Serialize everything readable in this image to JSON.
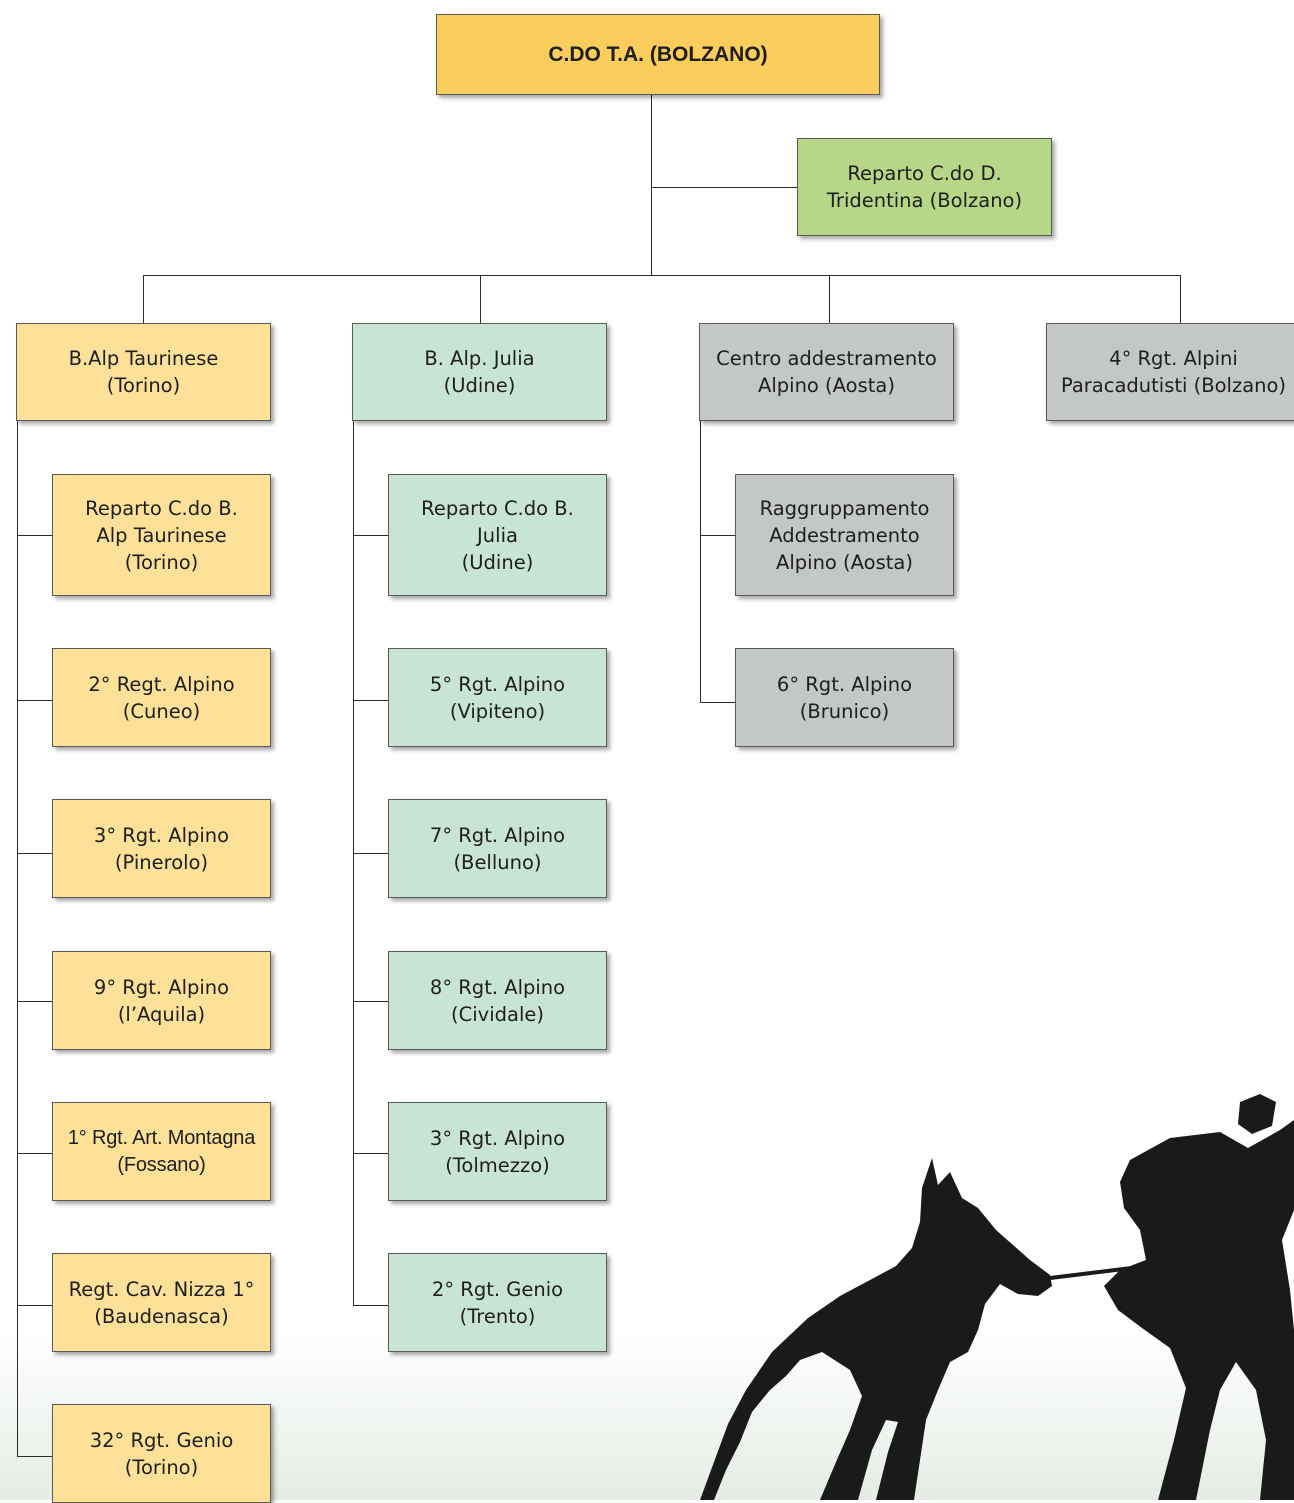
{
  "org_chart": {
    "root": {
      "label": "C.DO T.A. (BOLZANO)"
    },
    "staff_unit": {
      "label": "Reparto C.do D.\nTridentina (Bolzano)"
    },
    "branches": [
      {
        "label": "B.Alp Taurinese\n(Torino)",
        "children": [
          "Reparto C.do B.\nAlp Taurinese\n(Torino)",
          "2° Regt. Alpino\n(Cuneo)",
          "3° Rgt. Alpino\n(Pinerolo)",
          "9° Rgt. Alpino\n(l’Aquila)",
          "1° Rgt. Art. Montagna\n(Fossano)",
          "Regt. Cav. Nizza 1°\n(Baudenasca)",
          "32° Rgt. Genio\n(Torino)"
        ]
      },
      {
        "label": "B. Alp. Julia\n(Udine)",
        "children": [
          "Reparto C.do B.\nJulia\n(Udine)",
          "5° Rgt. Alpino\n(Vipiteno)",
          "7° Rgt. Alpino\n(Belluno)",
          "8° Rgt. Alpino\n(Cividale)",
          "3° Rgt. Alpino\n(Tolmezzo)",
          "2° Rgt. Genio\n(Trento)"
        ]
      },
      {
        "label": "Centro addestramento\nAlpino (Aosta)",
        "children": [
          "Raggruppamento\nAddestramento\nAlpino (Aosta)",
          "6° Rgt. Alpino\n(Brunico)"
        ]
      },
      {
        "label": "4° Rgt. Alpini\nParacadutisti (Bolzano)",
        "children": []
      }
    ]
  },
  "colors": {
    "root": "#fbcd5c",
    "staff": "#b5d787",
    "taurinese": "#fde199",
    "julia": "#c8e4d4",
    "aosta": "#c3c8c4",
    "lines": "#2b2b2b"
  },
  "decoration": {
    "image": "silhouette of alpine soldier leading a mule"
  }
}
